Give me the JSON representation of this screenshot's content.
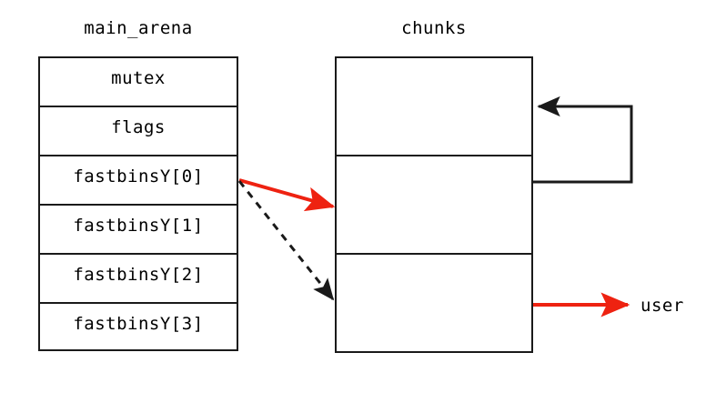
{
  "diagram": {
    "title_left": "main_arena",
    "title_right": "chunks",
    "background_color": "#ffffff",
    "line_color": "#1a1a1a",
    "accent_color": "#ee2211"
  },
  "main_arena": {
    "label": "main_arena",
    "fields": [
      {
        "name": "mutex"
      },
      {
        "name": "flags"
      },
      {
        "name": "fastbinsY[0]"
      },
      {
        "name": "fastbinsY[1]"
      },
      {
        "name": "fastbinsY[2]"
      },
      {
        "name": "fastbinsY[3]"
      }
    ]
  },
  "chunks": {
    "label": "chunks",
    "cells": [
      {
        "index": 0
      },
      {
        "index": 1
      },
      {
        "index": 2
      }
    ]
  },
  "edges": {
    "user_label": "user",
    "fastbin_to_chunk0": {
      "style": "solid",
      "color": "#ee2211"
    },
    "fastbin_to_chunk2": {
      "style": "dashed",
      "color": "#1a1a1a"
    },
    "chunk_self_loop": {
      "style": "solid",
      "color": "#1a1a1a"
    },
    "chunk_to_user": {
      "style": "solid",
      "color": "#ee2211"
    }
  }
}
